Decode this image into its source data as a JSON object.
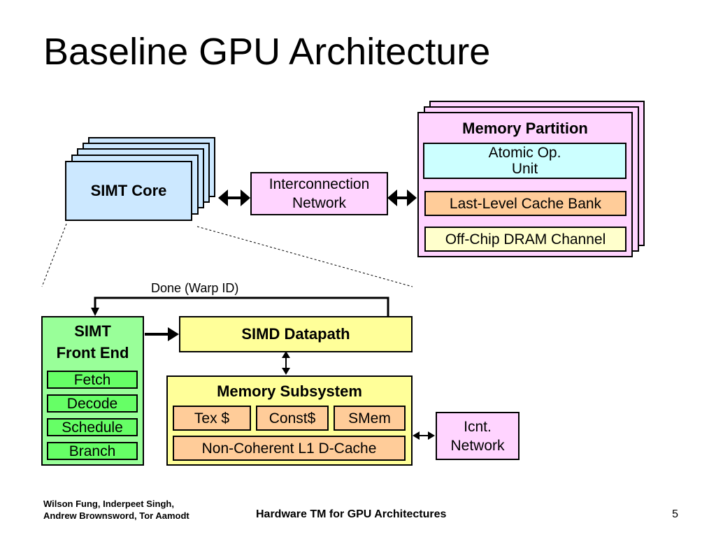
{
  "slide": {
    "title": "Baseline GPU Architecture",
    "page_number": "5",
    "footer_authors_line1": "Wilson Fung, Inderpeet Singh,",
    "footer_authors_line2": "Andrew Brownsword, Tor Aamodt",
    "footer_center": "Hardware TM for GPU Architectures"
  },
  "diagram": {
    "simt_core": "SIMT Core",
    "interconnect_line1": "Interconnection",
    "interconnect_line2": "Network",
    "memory_partition": {
      "title": "Memory Partition",
      "atomic_line1": "Atomic Op.",
      "atomic_line2": "Unit",
      "llc": "Last-Level Cache Bank",
      "dram": "Off-Chip DRAM Channel"
    },
    "done_label": "Done (Warp ID)",
    "front_end": {
      "title_line1": "SIMT",
      "title_line2": "Front End",
      "stages": [
        "Fetch",
        "Decode",
        "Schedule",
        "Branch"
      ]
    },
    "simd_datapath": "SIMD Datapath",
    "memory_subsystem": {
      "title": "Memory Subsystem",
      "tex": "Tex $",
      "const": "Const$",
      "smem": "SMem",
      "l1": "Non-Coherent L1 D-Cache"
    },
    "icnt_line1": "Icnt.",
    "icnt_line2": "Network"
  },
  "colors": {
    "simt_core": "#cce8ff",
    "interconnect": "#ffd4ff",
    "memory_partition": "#ffd4ff",
    "atomic_unit": "#ccffff",
    "cache_bank": "#ffcc99",
    "dram": "#ffffcc",
    "front_end": "#99ff99",
    "stage": "#66ff66",
    "datapath": "#ffff99",
    "memory_subsystem": "#ffff99"
  }
}
